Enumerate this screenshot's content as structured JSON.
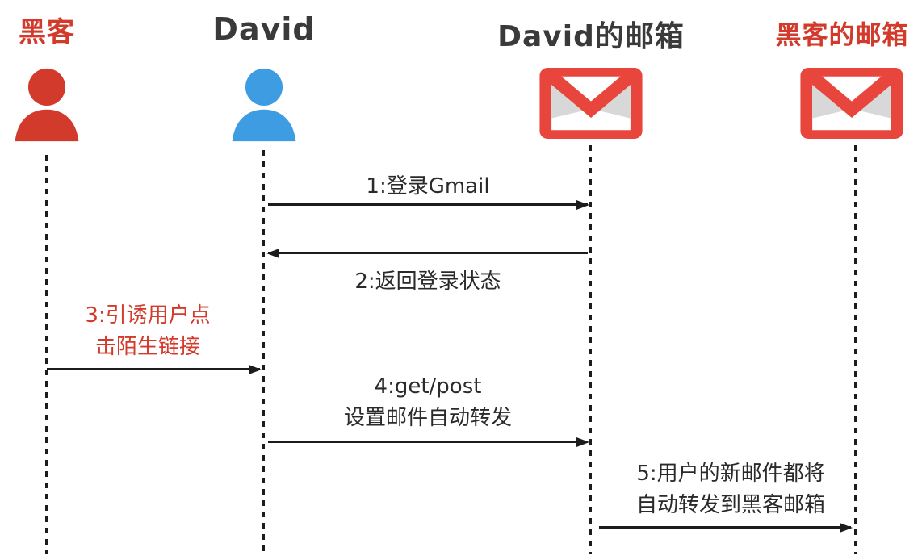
{
  "actors": [
    {
      "name": "黑客",
      "type": "person",
      "color": "#d23b2b"
    },
    {
      "name": "David",
      "type": "person",
      "color": "#3e9ce2"
    },
    {
      "name": "David的邮箱",
      "type": "gmail",
      "color": "#e8463d"
    },
    {
      "name": "黑客的邮箱",
      "type": "gmail",
      "color": "#e8463d"
    }
  ],
  "messages": [
    {
      "label": "1:登录Gmail",
      "from": "David",
      "to": "David的邮箱",
      "direction": "right"
    },
    {
      "label": "2:返回登录状态",
      "from": "David的邮箱",
      "to": "David",
      "direction": "left"
    },
    {
      "label": "3:引诱用户点\n击陌生链接",
      "from": "黑客",
      "to": "David",
      "direction": "right",
      "color": "#d23b2b"
    },
    {
      "label": "4:get/post\n设置邮件自动转发",
      "from": "David",
      "to": "David的邮箱",
      "direction": "right"
    },
    {
      "label": "5:用户的新邮件都将\n自动转发到黑客邮箱",
      "from": "David的邮箱",
      "to": "黑客的邮箱",
      "direction": "right"
    }
  ],
  "colors": {
    "hacker_red": "#d23b2b",
    "david_blue": "#3e9ce2",
    "gmail_red": "#e8463d",
    "line_dark": "#1c1c1c"
  }
}
